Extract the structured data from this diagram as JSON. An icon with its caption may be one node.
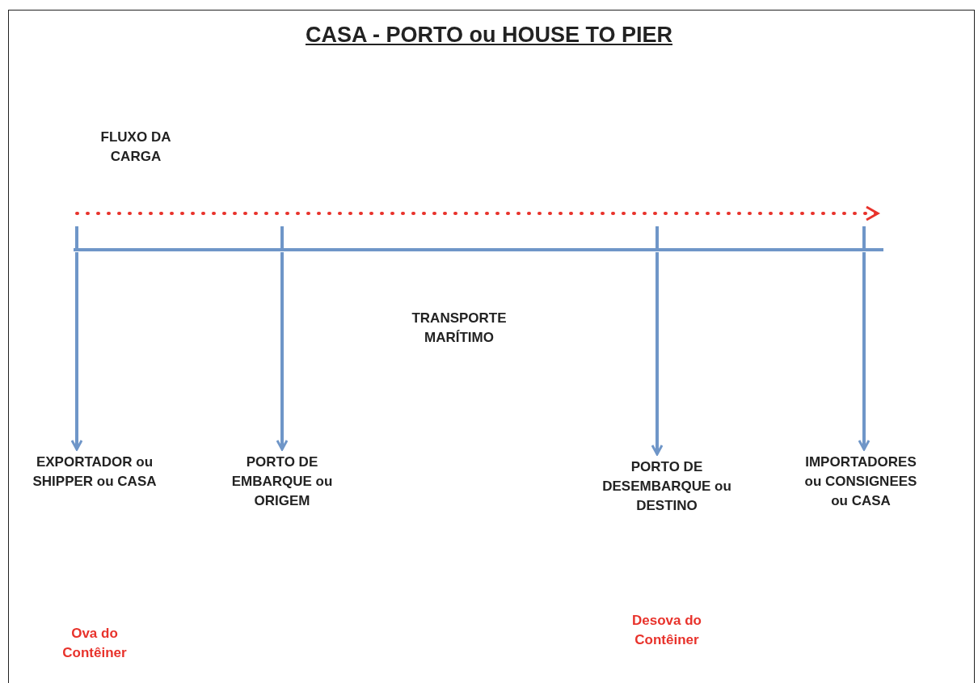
{
  "diagram": {
    "title": "CASA - PORTO ou HOUSE TO PIER",
    "nodes": [
      {
        "text": [],
        "shape": "bar"
      },
      {
        "text": [
          "EXPORTADOR ou SHIPPER ou CASA"
        ]
      },
      {
        "text": [
          "PORTO DE EMBARQUE ou ORIGEM"
        ]
      },
      {
        "text": [
          "PORTO DE DESEMBARQUE ou DESTINO"
        ]
      },
      {
        "text": [
          "IMPORTADORES ou CONSIGNEES ou CASA"
        ]
      }
    ],
    "edges": [
      {
        "from": 0,
        "to": 1,
        "arrow": "to"
      },
      {
        "from": 0,
        "to": 2,
        "arrow": "to"
      },
      {
        "from": 0,
        "to": 3,
        "arrow": "to"
      },
      {
        "from": 0,
        "to": 4,
        "arrow": "to"
      }
    ],
    "labels": [
      "FLUXO DA CARGA",
      "TRANSPORTE MARÍTIMO",
      "Ova do Contêiner",
      "Desova do Contêiner"
    ]
  }
}
